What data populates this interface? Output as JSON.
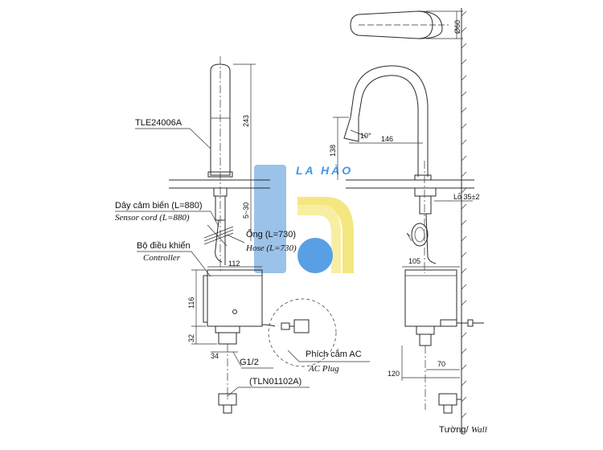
{
  "labels": {
    "model": "TLE24006A",
    "sensor_cord_vn": "Dây cảm biến (L=880)",
    "sensor_cord_en": "Sensor cord (L=880)",
    "controller_vn": "Bộ điều khiển",
    "controller_en": "Controller",
    "hose_vn": "Ống (L=730)",
    "hose_en": "Hose (L=730)",
    "thread": "G1/2",
    "valve_model": "(TLN01102A)",
    "ac_plug_vn": "Phích cắm AC",
    "ac_plug_en": "AC Plug",
    "wall_vn": "Tường/",
    "wall_en": "Wall",
    "hole": "Lỗ 35±2"
  },
  "dimensions": {
    "height_spout": "243",
    "range_5_30": "5~30",
    "width_112": "112",
    "height_116": "116",
    "height_32": "32",
    "width_34": "34",
    "reach_146": "146",
    "height_138": "138",
    "angle_10": "10°",
    "dia_60": "Ø60",
    "depth_105": "105",
    "depth_120": "120",
    "depth_70": "70"
  },
  "watermark": {
    "text": "LA HÀO",
    "colors": {
      "blue": "#5b9bd5",
      "yellow": "#f3e36b",
      "circle": "#3d8fe0"
    }
  }
}
